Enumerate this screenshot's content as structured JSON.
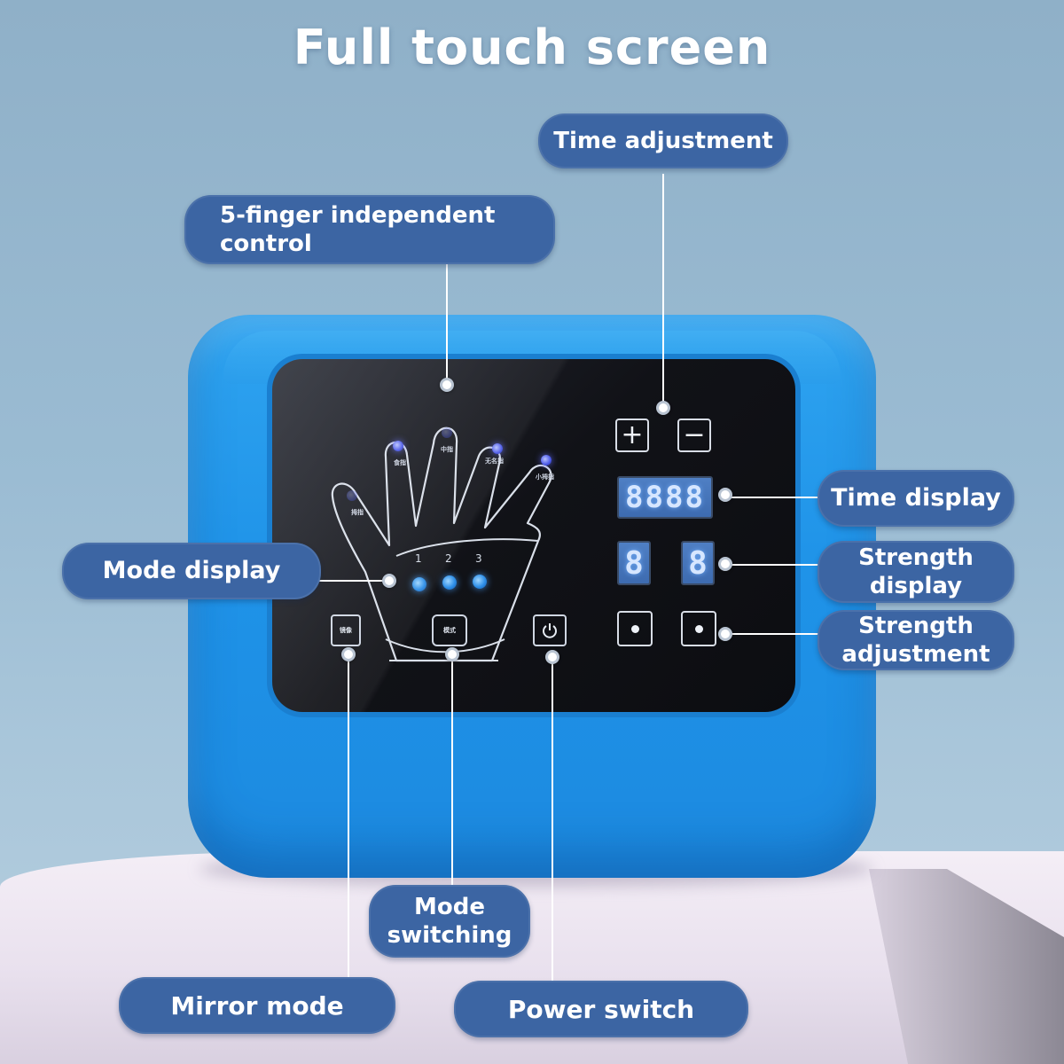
{
  "title": "Full touch screen",
  "callouts": {
    "time_adjustment": "Time adjustment",
    "five_finger": "5-finger independent control",
    "time_display": "Time display",
    "mode_display": "Mode display",
    "strength_display": "Strength display",
    "strength_adjustment": "Strength adjustment",
    "mode_switching": "Mode switching",
    "mirror_mode": "Mirror mode",
    "power_switch": "Power switch"
  },
  "panel": {
    "finger_labels": [
      "拇指",
      "食指",
      "中指",
      "无名指",
      "小拇指"
    ],
    "mode_numbers": [
      "1",
      "2",
      "3"
    ],
    "time_readout": "8888",
    "strength_left": "8",
    "strength_right": "8",
    "plus": "+",
    "minus": "−",
    "mirror_label": "镜像",
    "mode_label": "模式"
  },
  "colors": {
    "device_blue": "#1f93e8",
    "callout_blue": "#3c65a3",
    "led_blue": "#2e8fe8"
  }
}
